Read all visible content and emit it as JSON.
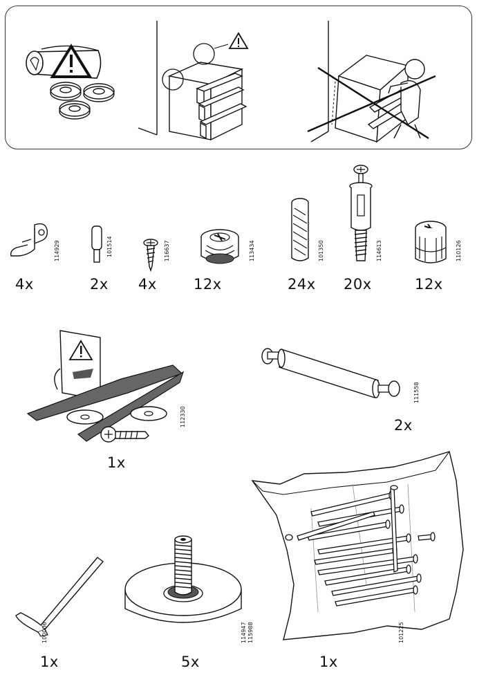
{
  "warning": {
    "icon": "warning-triangle-icon",
    "panels": [
      "wall-plug-warning",
      "dresser-anchor-warning",
      "tip-over-prohibited"
    ]
  },
  "parts": [
    {
      "id": "bracket",
      "code": "114929",
      "qty": "4x"
    },
    {
      "id": "dowel-pin",
      "code": "101514",
      "qty": "2x"
    },
    {
      "id": "wood-screw",
      "code": "116637",
      "qty": "4x"
    },
    {
      "id": "cam-lock",
      "code": "113434",
      "qty": "12x"
    },
    {
      "id": "wood-dowel",
      "code": "101350",
      "qty": "24x"
    },
    {
      "id": "cam-bolt",
      "code": "114613",
      "qty": "20x"
    },
    {
      "id": "cam-lock-small",
      "code": "110126",
      "qty": "12x"
    },
    {
      "id": "anti-tip-kit",
      "code": "112330",
      "qty": "1x"
    },
    {
      "id": "drawer-rod",
      "code": "111558",
      "qty": "2x"
    },
    {
      "id": "hex-key",
      "code": "100006",
      "qty": "1x"
    },
    {
      "id": "leveling-foot",
      "code": "114947\n115988",
      "code_a": "114947",
      "code_b": "115988",
      "qty": "5x"
    },
    {
      "id": "nail-bag",
      "code": "101225",
      "qty": "1x"
    }
  ],
  "colors": {
    "line": "#111111",
    "hatch": "#555555",
    "panel_border": "#333333"
  }
}
